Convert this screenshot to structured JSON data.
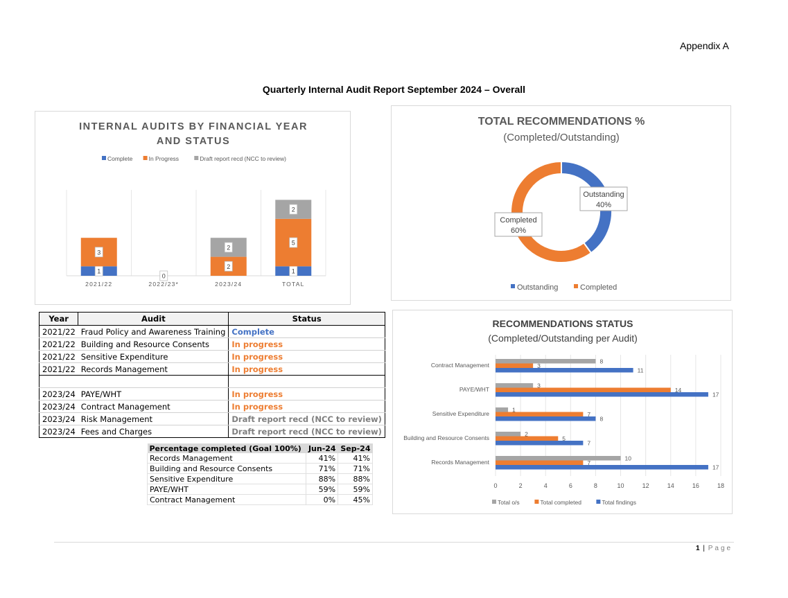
{
  "header": {
    "appendix": "Appendix A",
    "title": "Quarterly Internal Audit Report September 2024 – Overall"
  },
  "colors": {
    "blue": "#4472c4",
    "orange": "#ed7d31",
    "grey": "#a5a5a5"
  },
  "chart_data": [
    {
      "type": "bar",
      "stacked": true,
      "title": "INTERNAL AUDITS BY FINANCIAL YEAR AND STATUS",
      "title_lines": [
        "INTERNAL AUDITS BY FINANCIAL YEAR",
        "AND STATUS"
      ],
      "categories": [
        "2021/22",
        "2022/23*",
        "2023/24",
        "TOTAL"
      ],
      "series": [
        {
          "name": "Complete",
          "color": "#4472c4",
          "values": [
            1,
            0,
            0,
            1
          ]
        },
        {
          "name": "In Progress",
          "color": "#ed7d31",
          "values": [
            3,
            0,
            2,
            5
          ]
        },
        {
          "name": "Draft report recd (NCC to review)",
          "color": "#a5a5a5",
          "values": [
            0,
            0,
            2,
            2
          ]
        }
      ],
      "zero_label": "0",
      "legend": "top"
    },
    {
      "type": "pie",
      "donut": true,
      "title": "TOTAL RECOMMENDATIONS %",
      "subtitle": "(Completed/Outstanding)",
      "slices": [
        {
          "name": "Outstanding",
          "value": 40,
          "label": "40%",
          "color": "#4472c4"
        },
        {
          "name": "Completed",
          "value": 60,
          "label": "60%",
          "color": "#ed7d31"
        }
      ],
      "legend": "bottom"
    },
    {
      "type": "bar",
      "orientation": "horizontal",
      "title": "RECOMMENDATIONS STATUS",
      "subtitle": "(Completed/Outstanding per Audit)",
      "categories": [
        "Contract Management",
        "PAYE/WHT",
        "Sensitive Expenditure",
        "Building and Resource Consents",
        "Records Management"
      ],
      "series": [
        {
          "name": "Total o/s",
          "color": "#a5a5a5",
          "values": [
            8,
            3,
            1,
            2,
            10
          ]
        },
        {
          "name": "Total completed",
          "color": "#ed7d31",
          "values": [
            3,
            14,
            7,
            5,
            7
          ]
        },
        {
          "name": "Total findings",
          "color": "#4472c4",
          "values": [
            11,
            17,
            8,
            7,
            17
          ]
        }
      ],
      "xlim": [
        0,
        18
      ],
      "xticks": [
        "0",
        "2",
        "4",
        "6",
        "8",
        "10",
        "12",
        "14",
        "16",
        "18"
      ],
      "legend": "bottom"
    }
  ],
  "audit_table": {
    "headers": [
      "Year",
      "Audit",
      "Status"
    ],
    "rows": [
      {
        "year": "2021/22",
        "audit": "Fraud Policy and Awareness Training",
        "status": "Complete",
        "kind": "complete"
      },
      {
        "year": "2021/22",
        "audit": "Building and Resource Consents",
        "status": "In progress",
        "kind": "progress"
      },
      {
        "year": "2021/22",
        "audit": "Sensitive Expenditure",
        "status": "In progress",
        "kind": "progress"
      },
      {
        "year": "2021/22",
        "audit": "Records Management",
        "status": "In progress",
        "kind": "progress"
      },
      {
        "year": "",
        "audit": "",
        "status": "",
        "kind": "blank"
      },
      {
        "year": "2023/24",
        "audit": "PAYE/WHT",
        "status": "In progress",
        "kind": "progress"
      },
      {
        "year": "2023/24",
        "audit": "Contract Management",
        "status": "In progress",
        "kind": "progress"
      },
      {
        "year": "2023/24",
        "audit": "Risk Management",
        "status": "Draft report recd (NCC to review)",
        "kind": "draft"
      },
      {
        "year": "2023/24",
        "audit": "Fees and Charges",
        "status": "Draft report recd (NCC to review)",
        "kind": "draft"
      }
    ]
  },
  "percentage_table": {
    "headers": [
      "Percentage completed (Goal 100%)",
      "Jun-24",
      "Sep-24"
    ],
    "rows": [
      [
        "Records Management",
        "41%",
        "41%"
      ],
      [
        "Building and Resource Consents",
        "71%",
        "71%"
      ],
      [
        "Sensitive Expenditure",
        "88%",
        "88%"
      ],
      [
        "PAYE/WHT",
        "59%",
        "59%"
      ],
      [
        "Contract Management",
        "0%",
        "45%"
      ]
    ]
  },
  "footer": {
    "page_number": "1",
    "page_word": "Page"
  }
}
